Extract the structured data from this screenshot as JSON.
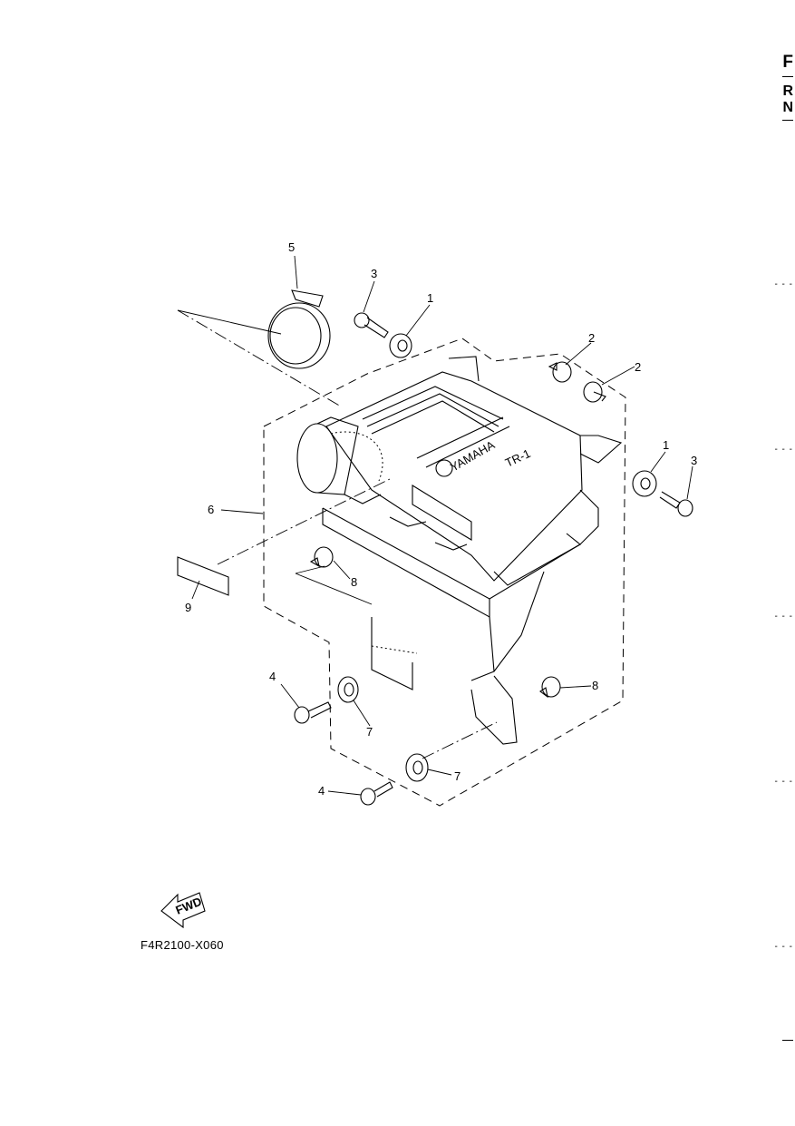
{
  "figure_code": "F4R2100-X060",
  "fwd_label": "FWD",
  "brand_mark": "YAMAHA",
  "model_mark": "TR-1",
  "page_edge_letters": [
    "F",
    "R",
    "N"
  ],
  "callouts": {
    "c1a": "1",
    "c1b": "1",
    "c2a": "2",
    "c2b": "2",
    "c3a": "3",
    "c3b": "3",
    "c4a": "4",
    "c4b": "4",
    "c5": "5",
    "c6": "6",
    "c7a": "7",
    "c7b": "7",
    "c8a": "8",
    "c8b": "8",
    "c9": "9"
  }
}
